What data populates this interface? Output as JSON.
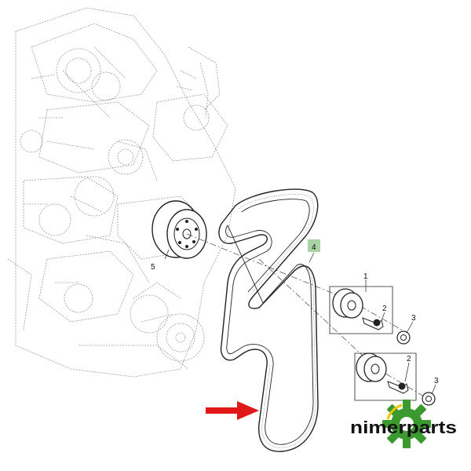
{
  "callouts": {
    "idler_pulley": "1",
    "idler_bolt": "2",
    "idler_washer": "3",
    "drive_belt": "4",
    "crank_damper": "5"
  },
  "brand": {
    "name": "nimerparts",
    "gear_color": "#3a9a2e",
    "text_color": "#111111"
  },
  "colors": {
    "line": "#222222",
    "engine_line": "#9a9a9a",
    "callout_highlight": "#a9d3a4",
    "arrow": "#e01818"
  },
  "icons": {
    "arrow": "red-arrow-icon",
    "logo": "gear-logo-icon"
  }
}
